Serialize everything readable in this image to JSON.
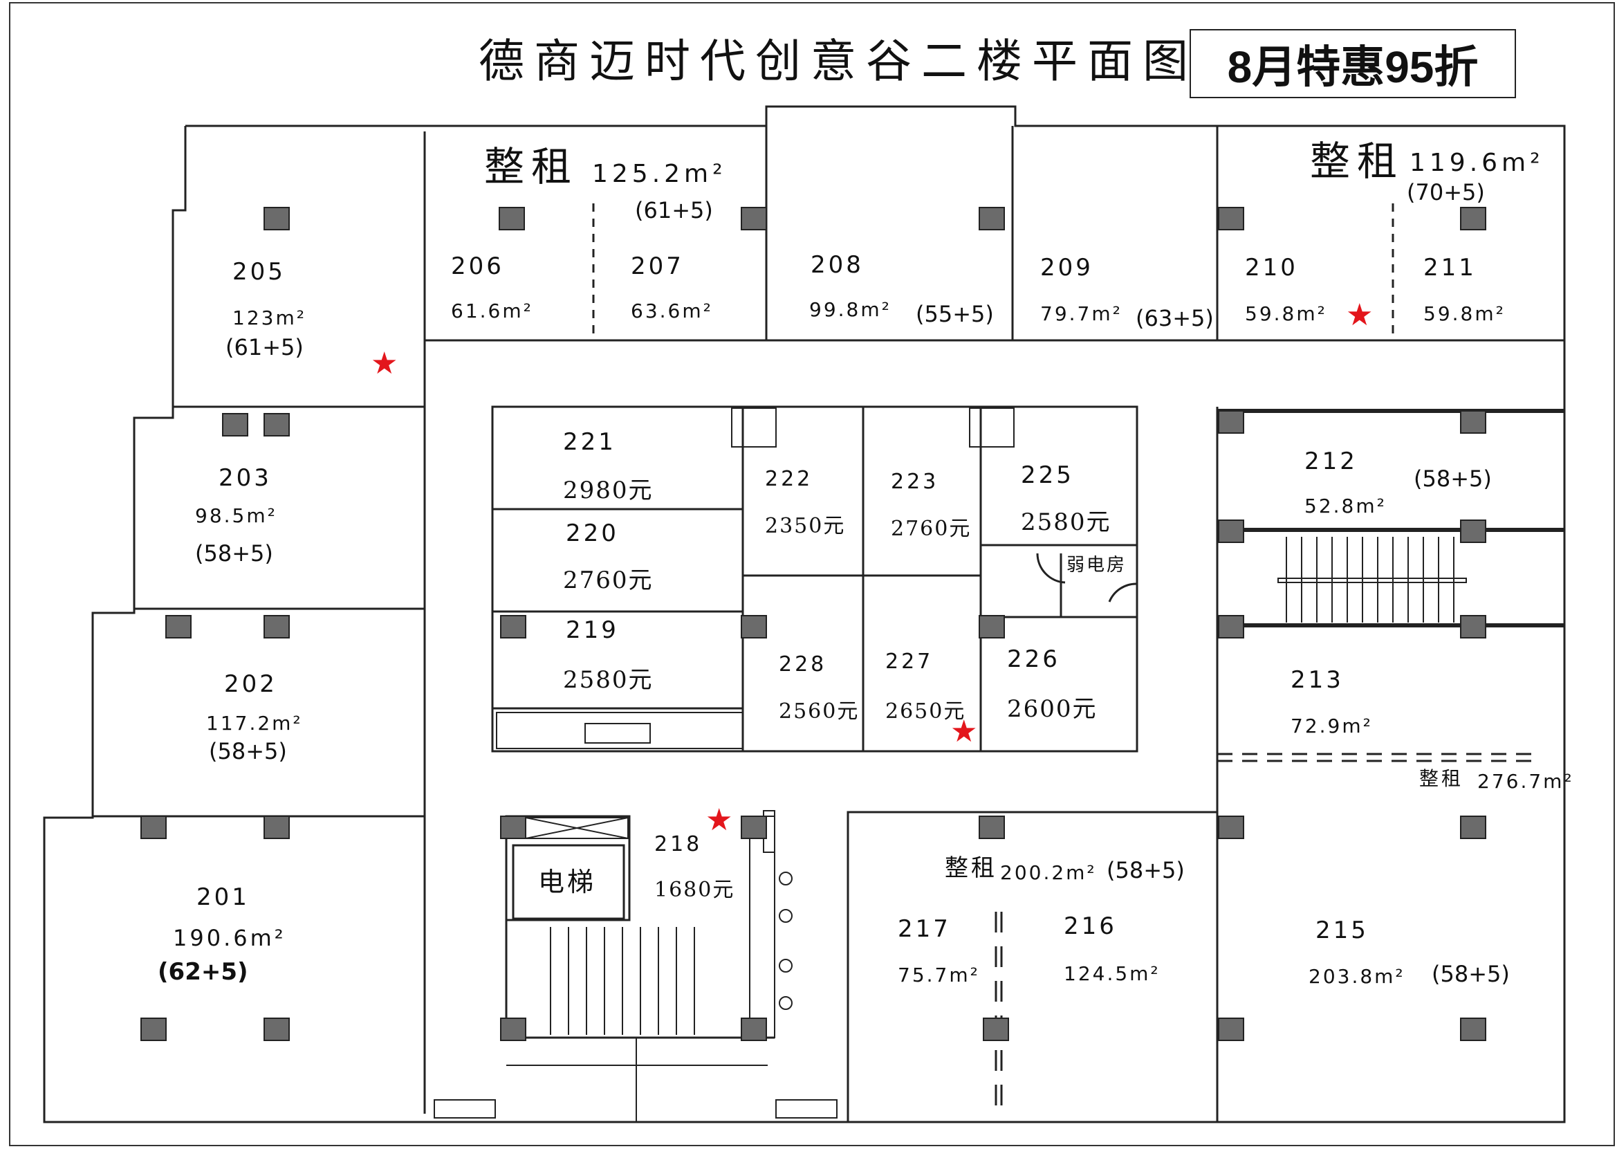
{
  "title": "德商迈时代创意谷二楼平面图",
  "promo": "8月特惠95折",
  "whole_rent": [
    {
      "label": "整租",
      "area": "125.2m²",
      "note": "(61+5)"
    },
    {
      "label": "整租",
      "area": "119.6m²",
      "note": "(70+5)"
    },
    {
      "label": "整租",
      "area": "276.7m²"
    },
    {
      "label": "整租",
      "area": "200.2m²",
      "note": "(58+5)"
    }
  ],
  "rooms": {
    "r201": {
      "no": "201",
      "area": "190.6m²",
      "note": "(62+5)"
    },
    "r202": {
      "no": "202",
      "area": "117.2m²",
      "note": "(58+5)"
    },
    "r203": {
      "no": "203",
      "area": "98.5m²",
      "note": "(58+5)"
    },
    "r205": {
      "no": "205",
      "area": "123m²",
      "note": "(61+5)"
    },
    "r206": {
      "no": "206",
      "area": "61.6m²"
    },
    "r207": {
      "no": "207",
      "area": "63.6m²"
    },
    "r208": {
      "no": "208",
      "area": "99.8m²",
      "note": "(55+5)"
    },
    "r209": {
      "no": "209",
      "area": "79.7m²",
      "note": "(63+5)"
    },
    "r210": {
      "no": "210",
      "area": "59.8m²"
    },
    "r211": {
      "no": "211",
      "area": "59.8m²"
    },
    "r212": {
      "no": "212",
      "area": "52.8m²",
      "note": "(58+5)"
    },
    "r213": {
      "no": "213",
      "area": "72.9m²"
    },
    "r215": {
      "no": "215",
      "area": "203.8m²",
      "note": "(58+5)"
    },
    "r216": {
      "no": "216",
      "area": "124.5m²"
    },
    "r217": {
      "no": "217",
      "area": "75.7m²"
    },
    "r218": {
      "no": "218",
      "price": "1680元"
    },
    "r219": {
      "no": "219",
      "price": "2580元"
    },
    "r220": {
      "no": "220",
      "price": "2760元"
    },
    "r221": {
      "no": "221",
      "price": "2980元"
    },
    "r222": {
      "no": "222",
      "price": "2350元"
    },
    "r223": {
      "no": "223",
      "price": "2760元"
    },
    "r225": {
      "no": "225",
      "price": "2580元"
    },
    "r226": {
      "no": "226",
      "price": "2600元"
    },
    "r227": {
      "no": "227",
      "price": "2650元"
    },
    "r228": {
      "no": "228",
      "price": "2560元"
    }
  },
  "special_rooms": {
    "elevator": "电梯",
    "weak_current_room": "弱电房"
  },
  "marker_color": "#e3161c",
  "marker_icon": "star-icon"
}
